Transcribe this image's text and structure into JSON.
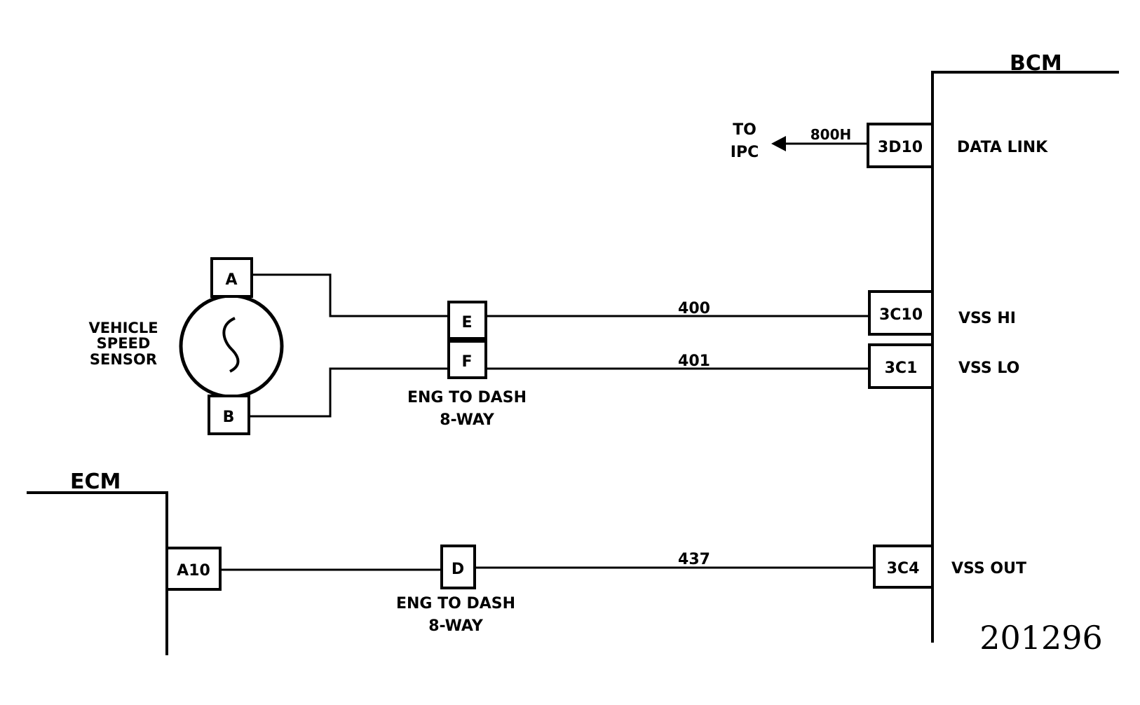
{
  "modules": {
    "bcm": "BCM",
    "ecm": "ECM"
  },
  "sensor": {
    "line1": "VEHICLE",
    "line2": "SPEED",
    "line3": "SENSOR",
    "pin_a": "A",
    "pin_b": "B"
  },
  "connector_upper": {
    "pin_e": "E",
    "pin_f": "F",
    "line1": "ENG TO DASH",
    "line2": "8-WAY"
  },
  "connector_lower": {
    "pin_d": "D",
    "line1": "ENG TO DASH",
    "line2": "8-WAY"
  },
  "ecm_pin": "A10",
  "bcm_pins": {
    "p3d10": "3D10",
    "p3c10": "3C10",
    "p3c1": "3C1",
    "p3c4": "3C4"
  },
  "bcm_signals": {
    "data_link": "DATA LINK",
    "vss_hi": "VSS HI",
    "vss_lo": "VSS LO",
    "vss_out": "VSS OUT"
  },
  "wires": {
    "w800h": "800H",
    "w400": "400",
    "w401": "401",
    "w437": "437"
  },
  "ipc": {
    "line1": "TO",
    "line2": "IPC"
  },
  "figure_number": "201296"
}
